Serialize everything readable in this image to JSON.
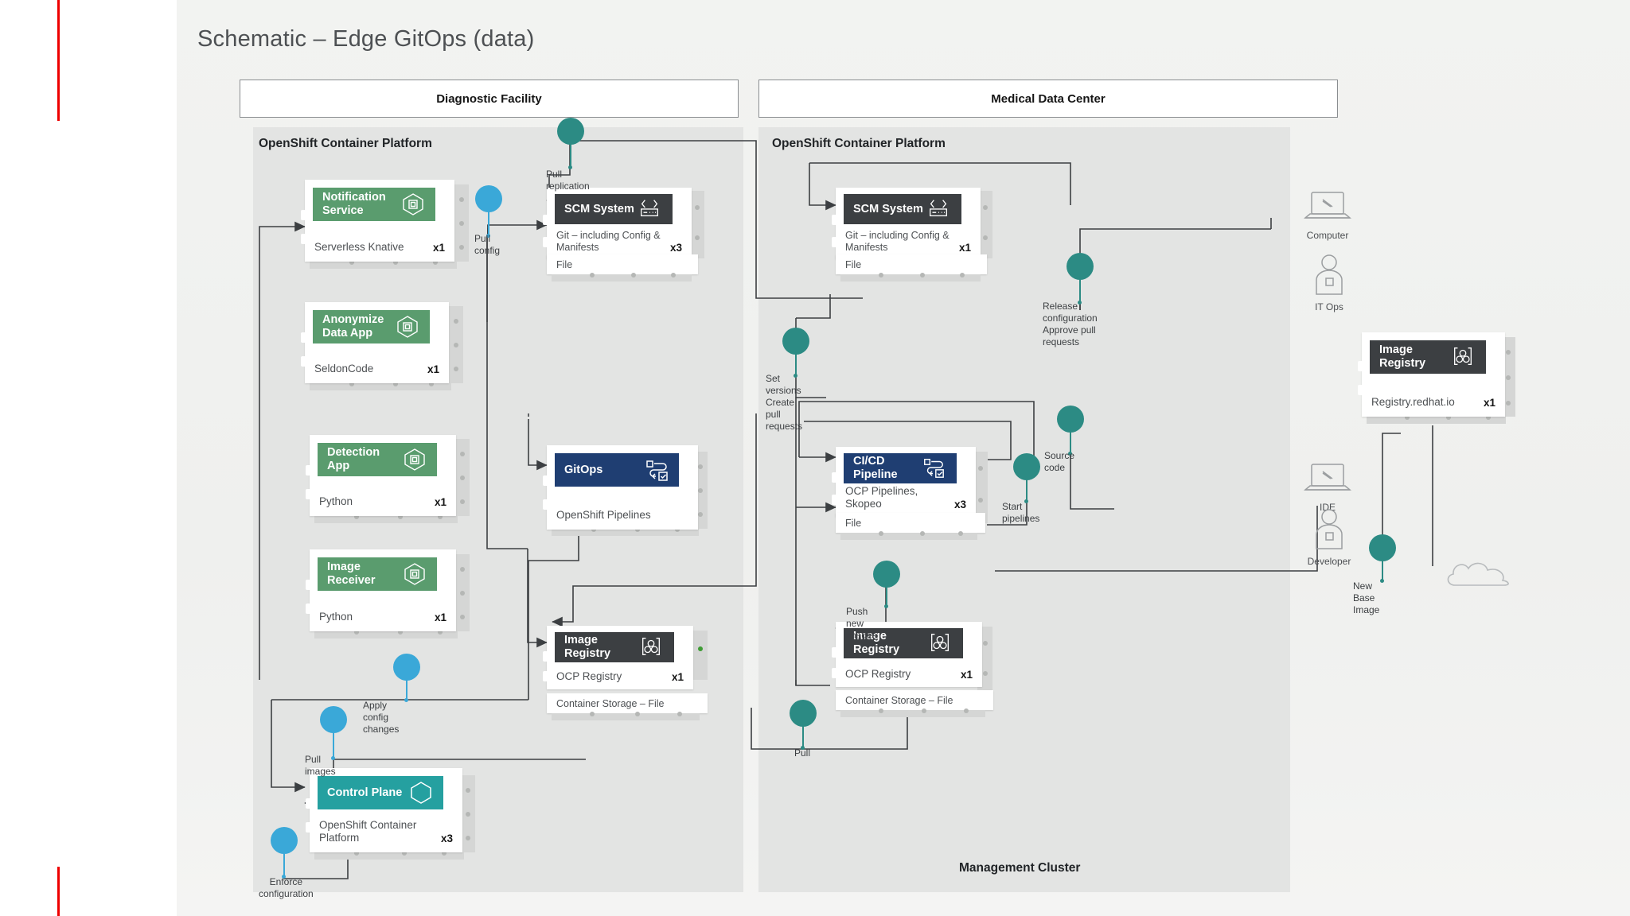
{
  "page": {
    "title": "Schematic – Edge GitOps (data)",
    "accent_red": "#e00000",
    "background": "#f2f3f1"
  },
  "zones": [
    {
      "id": "diagnostic-facility",
      "label": "Diagnostic Facility"
    },
    {
      "id": "medical-data-center",
      "label": "Medical Data Center"
    }
  ],
  "clusters": [
    {
      "id": "left-ocp",
      "label": "OpenShift Container Platform"
    },
    {
      "id": "right-ocp",
      "label": "OpenShift Container Platform"
    },
    {
      "id": "mgmt",
      "label": "Management Cluster"
    }
  ],
  "colors": {
    "green": "#5a9c6e",
    "navy": "#1f3e72",
    "dark": "#3c3f42",
    "teal": "#25a0a0",
    "step_blue": "#3aa8d8",
    "step_teal": "#2c8b84",
    "green_dot": "#3f9c35"
  },
  "components": [
    {
      "id": "notification-service",
      "title": "Notification Service",
      "tech": "Serverless Knative",
      "qty": "x1",
      "icon": "container-hex-icon",
      "color": "green",
      "storage": null
    },
    {
      "id": "anonymize-data-app",
      "title": "Anonymize Data  App",
      "tech": "SeldonCode",
      "qty": "x1",
      "icon": "container-hex-icon",
      "color": "green",
      "storage": null
    },
    {
      "id": "detection-app",
      "title": "Detection App",
      "tech": "Python",
      "qty": "x1",
      "icon": "container-hex-icon",
      "color": "green",
      "storage": null
    },
    {
      "id": "image-receiver",
      "title": "Image Receiver",
      "tech": "Python",
      "qty": "x1",
      "icon": "container-hex-icon",
      "color": "green",
      "storage": null
    },
    {
      "id": "control-plane",
      "title": "Control Plane",
      "tech": "OpenShift Container Platform",
      "qty": "x3",
      "icon": "hexagon-icon",
      "color": "teal",
      "storage": null
    },
    {
      "id": "gitops",
      "title": "GitOps",
      "tech": "OpenShift Pipelines",
      "qty": "",
      "icon": "pipeline-icon",
      "color": "navy",
      "storage": null
    },
    {
      "id": "scm-system-left",
      "title": "SCM System",
      "tech": "Git – including Config & Manifests",
      "qty": "x3",
      "icon": "code-repo-icon",
      "color": "dark",
      "storage": "File"
    },
    {
      "id": "image-registry-left",
      "title": "Image Registry",
      "tech": "OCP Registry",
      "qty": "x1",
      "icon": "registry-icon",
      "color": "dark",
      "storage": "Container Storage – File"
    },
    {
      "id": "scm-system-right",
      "title": "SCM System",
      "tech": "Git – including Config & Manifests",
      "qty": "x1",
      "icon": "code-repo-icon",
      "color": "dark",
      "storage": "File"
    },
    {
      "id": "cicd-pipeline",
      "title": "CI/CD Pipeline",
      "tech": "OCP Pipelines, Skopeo",
      "qty": "x3",
      "icon": "pipeline-icon",
      "color": "navy",
      "storage": "File"
    },
    {
      "id": "image-registry-right",
      "title": "Image Registry",
      "tech": "OCP Registry",
      "qty": "x1",
      "icon": "registry-icon",
      "color": "dark",
      "storage": "Container Storage – File"
    },
    {
      "id": "image-registry-ext",
      "title": "Image Registry",
      "tech": "Registry.redhat.io",
      "qty": "x1",
      "icon": "registry-icon",
      "color": "dark",
      "storage": null
    }
  ],
  "steps": [
    {
      "id": "pull-replication",
      "label": "Pull replication",
      "color": "step_teal"
    },
    {
      "id": "pull-config",
      "label": "Pull config",
      "color": "step_blue"
    },
    {
      "id": "release-config",
      "label": "Release configuration\nApprove pull requests",
      "color": "step_teal"
    },
    {
      "id": "set-versions",
      "label": "Set versions\nCreate pull requests",
      "color": "step_teal"
    },
    {
      "id": "source-code",
      "label": "Source code",
      "color": "step_teal"
    },
    {
      "id": "start-pipelines",
      "label": "Start pipelines",
      "color": "step_teal"
    },
    {
      "id": "push-new-images",
      "label": "Push new images",
      "color": "step_teal"
    },
    {
      "id": "apply-config",
      "label": "Apply config changes",
      "color": "step_blue"
    },
    {
      "id": "pull-images",
      "label": "Pull images",
      "color": "step_blue"
    },
    {
      "id": "pull",
      "label": "Pull",
      "color": "step_teal"
    },
    {
      "id": "enforce-config",
      "label": "Enforce\nconfiguration",
      "color": "step_blue"
    },
    {
      "id": "new-base-image",
      "label": "New Base Image",
      "color": "step_teal"
    }
  ],
  "actors": [
    {
      "id": "computer",
      "label": "Computer",
      "icon": "laptop-icon"
    },
    {
      "id": "it-ops",
      "label": "IT Ops",
      "icon": "person-icon"
    },
    {
      "id": "ide",
      "label": "IDE",
      "icon": "laptop-icon"
    },
    {
      "id": "developer",
      "label": "Developer",
      "icon": "person-icon"
    }
  ]
}
